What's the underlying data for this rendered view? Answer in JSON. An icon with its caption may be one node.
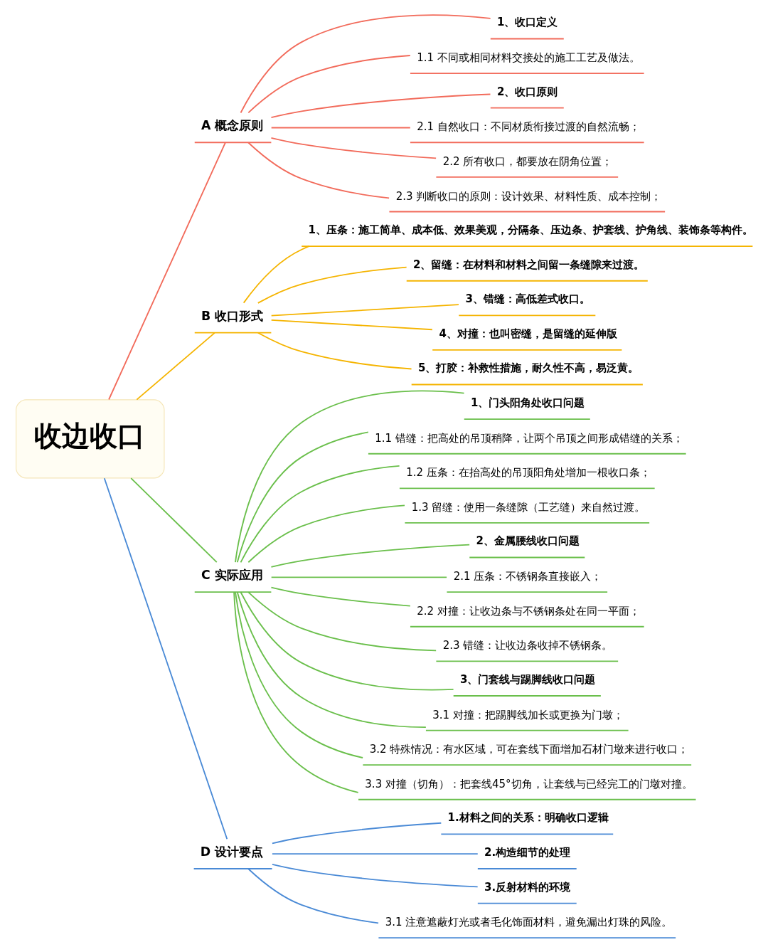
{
  "diagram": {
    "nodes": [
      {
        "text": [
          "收边收口"
        ]
      },
      {
        "text": [
          "A 概念原则"
        ]
      },
      {
        "text": [
          "1、收口定义"
        ]
      },
      {
        "text": [
          "1.1 不同或相同材料交接处的施工工艺及做法。"
        ]
      },
      {
        "text": [
          "2、收口原则"
        ]
      },
      {
        "text": [
          "2.1 自然收口：不同材质衔接过渡的自然流畅；"
        ]
      },
      {
        "text": [
          "2.2 所有收口，都要放在阴角位置；"
        ]
      },
      {
        "text": [
          "2.3 判断收口的原则：设计效果、材料性质、成本控制；"
        ]
      },
      {
        "text": [
          "B 收口形式"
        ]
      },
      {
        "text": [
          "1、压条：施工简单、成本低、效果美观，分隔条、压边条、护套线、护角线、装饰条等构件。"
        ]
      },
      {
        "text": [
          "2、留缝：在材料和材料之间留一条缝隙来过渡。"
        ]
      },
      {
        "text": [
          "3、错缝：高低差式收口。"
        ]
      },
      {
        "text": [
          "4、对撞：也叫密缝，是留缝的延伸版"
        ]
      },
      {
        "text": [
          "5、打胶：补救性措施，耐久性不高，易泛黄。"
        ]
      },
      {
        "text": [
          "C 实际应用"
        ]
      },
      {
        "text": [
          "1、门头阳角处收口问题"
        ]
      },
      {
        "text": [
          "1.1 错缝：把高处的吊顶稍降，让两个吊顶之间形成错缝的关系；"
        ]
      },
      {
        "text": [
          "1.2 压条：在抬高处的吊顶阳角处增加一根收口条；"
        ]
      },
      {
        "text": [
          "1.3 留缝：使用一条缝隙（工艺缝）来自然过渡。"
        ]
      },
      {
        "text": [
          "2、金属腰线收口问题"
        ]
      },
      {
        "text": [
          "2.1 压条：不锈钢条直接嵌入；"
        ]
      },
      {
        "text": [
          "2.2 对撞：让收边条与不锈钢条处在同一平面；"
        ]
      },
      {
        "text": [
          "2.3 错缝：让收边条收掉不锈钢条。"
        ]
      },
      {
        "text": [
          "3、门套线与踢脚线收口问题"
        ]
      },
      {
        "text": [
          "3.1 对撞：把踢脚线加长或更换为门墩；"
        ]
      },
      {
        "text": [
          "3.2 特殊情况：有水区域，可在套线下面增加石材门墩来进行收口；"
        ]
      },
      {
        "text": [
          "3.3 对撞（切角）：把套线45°切角，让套线与已经完工的门墩对撞。"
        ]
      },
      {
        "text": [
          "D 设计要点"
        ]
      },
      {
        "text": [
          "1.材料之间的关系：明确收口逻辑"
        ]
      },
      {
        "text": [
          "2.构造细节的处理"
        ]
      },
      {
        "text": [
          "3.反射材料的环境"
        ]
      },
      {
        "text": [
          "3.1 注意遮蔽灯光或者毛化饰面材料，避免漏出灯珠的风险。"
        ]
      }
    ],
    "edges": [
      {
        "from": 0,
        "to": 1,
        "arrow": "none",
        "color": "#f26b5b"
      },
      {
        "from": 1,
        "to": 2,
        "arrow": "none",
        "color": "#f26b5b"
      },
      {
        "from": 1,
        "to": 3,
        "arrow": "none",
        "color": "#f26b5b"
      },
      {
        "from": 1,
        "to": 4,
        "arrow": "none",
        "color": "#f26b5b"
      },
      {
        "from": 1,
        "to": 5,
        "arrow": "none",
        "color": "#f26b5b"
      },
      {
        "from": 1,
        "to": 6,
        "arrow": "none",
        "color": "#f26b5b"
      },
      {
        "from": 1,
        "to": 7,
        "arrow": "none",
        "color": "#f26b5b"
      },
      {
        "from": 0,
        "to": 8,
        "arrow": "none",
        "color": "#f5b400"
      },
      {
        "from": 8,
        "to": 9,
        "arrow": "none",
        "color": "#f5b400"
      },
      {
        "from": 8,
        "to": 10,
        "arrow": "none",
        "color": "#f5b400"
      },
      {
        "from": 8,
        "to": 11,
        "arrow": "none",
        "color": "#f5b400"
      },
      {
        "from": 8,
        "to": 12,
        "arrow": "none",
        "color": "#f5b400"
      },
      {
        "from": 8,
        "to": 13,
        "arrow": "none",
        "color": "#f5b400"
      },
      {
        "from": 0,
        "to": 14,
        "arrow": "none",
        "color": "#6abf4b"
      },
      {
        "from": 14,
        "to": 15,
        "arrow": "none",
        "color": "#6abf4b"
      },
      {
        "from": 14,
        "to": 16,
        "arrow": "none",
        "color": "#6abf4b"
      },
      {
        "from": 14,
        "to": 17,
        "arrow": "none",
        "color": "#6abf4b"
      },
      {
        "from": 14,
        "to": 18,
        "arrow": "none",
        "color": "#6abf4b"
      },
      {
        "from": 14,
        "to": 19,
        "arrow": "none",
        "color": "#6abf4b"
      },
      {
        "from": 14,
        "to": 20,
        "arrow": "none",
        "color": "#6abf4b"
      },
      {
        "from": 14,
        "to": 21,
        "arrow": "none",
        "color": "#6abf4b"
      },
      {
        "from": 14,
        "to": 22,
        "arrow": "none",
        "color": "#6abf4b"
      },
      {
        "from": 14,
        "to": 23,
        "arrow": "none",
        "color": "#6abf4b"
      },
      {
        "from": 14,
        "to": 24,
        "arrow": "none",
        "color": "#6abf4b"
      },
      {
        "from": 14,
        "to": 25,
        "arrow": "none",
        "color": "#6abf4b"
      },
      {
        "from": 14,
        "to": 26,
        "arrow": "none",
        "color": "#6abf4b"
      },
      {
        "from": 0,
        "to": 27,
        "arrow": "none",
        "color": "#4a8ad6"
      },
      {
        "from": 27,
        "to": 28,
        "arrow": "none",
        "color": "#4a8ad6"
      },
      {
        "from": 27,
        "to": 29,
        "arrow": "none",
        "color": "#4a8ad6"
      },
      {
        "from": 27,
        "to": 30,
        "arrow": "none",
        "color": "#4a8ad6"
      },
      {
        "from": 27,
        "to": 31,
        "arrow": "none",
        "color": "#4a8ad6"
      }
    ]
  }
}
